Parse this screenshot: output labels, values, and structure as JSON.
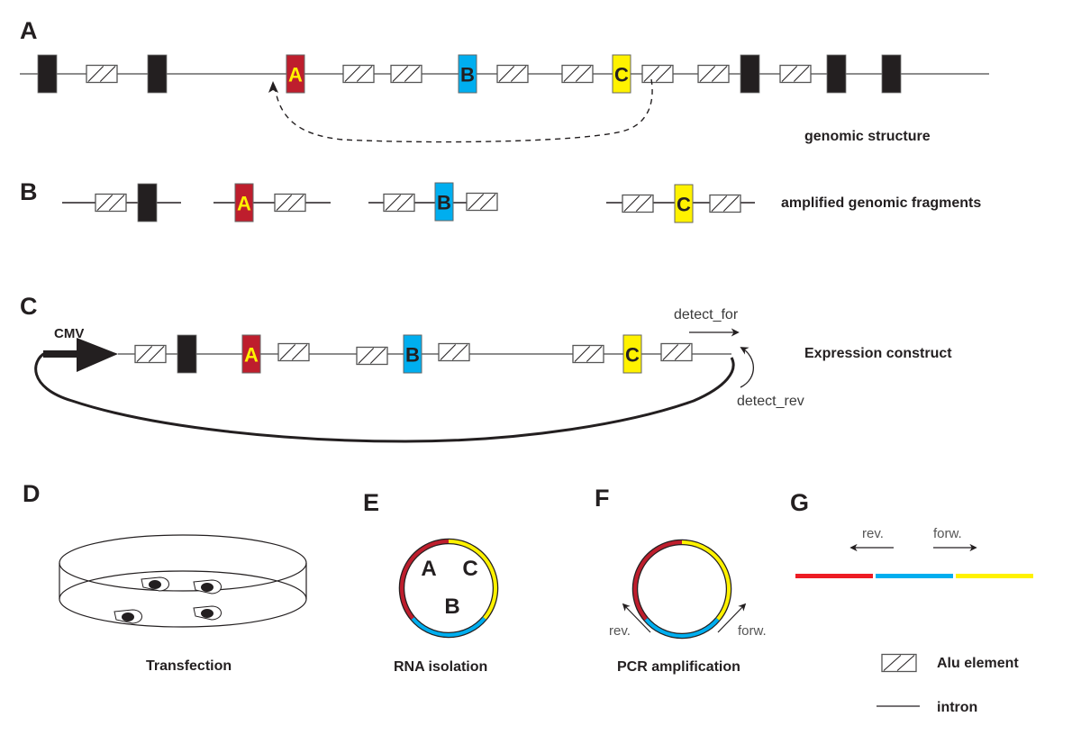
{
  "panels": {
    "A": {
      "letter": "A",
      "caption": "genomic structure"
    },
    "B": {
      "letter": "B",
      "caption": "amplified genomic fragments"
    },
    "C": {
      "letter": "C",
      "caption": "Expression construct",
      "promoter": "CMV",
      "primer_forward": "detect_for",
      "primer_reverse": "detect_rev"
    },
    "D": {
      "letter": "D",
      "caption": "Transfection"
    },
    "E": {
      "letter": "E",
      "caption": "RNA isolation",
      "exon_labels": [
        "A",
        "B",
        "C"
      ]
    },
    "F": {
      "letter": "F",
      "caption": "PCR amplification",
      "primer_reverse": "rev.",
      "primer_forward": "forw."
    },
    "G": {
      "letter": "G",
      "primer_reverse": "rev.",
      "primer_forward": "forw."
    }
  },
  "exons": {
    "A": {
      "label": "A",
      "fill": "#be1e2d",
      "text_color": "#fff200"
    },
    "B": {
      "label": "B",
      "fill": "#00aeef",
      "text_color": "#231f20"
    },
    "C": {
      "label": "C",
      "fill": "#fff200",
      "text_color": "#231f20"
    }
  },
  "product_colors": {
    "red": "#ed1c24",
    "blue": "#00aeef",
    "yellow": "#fff200"
  },
  "legend": {
    "alu": "Alu element",
    "intron": "intron"
  }
}
